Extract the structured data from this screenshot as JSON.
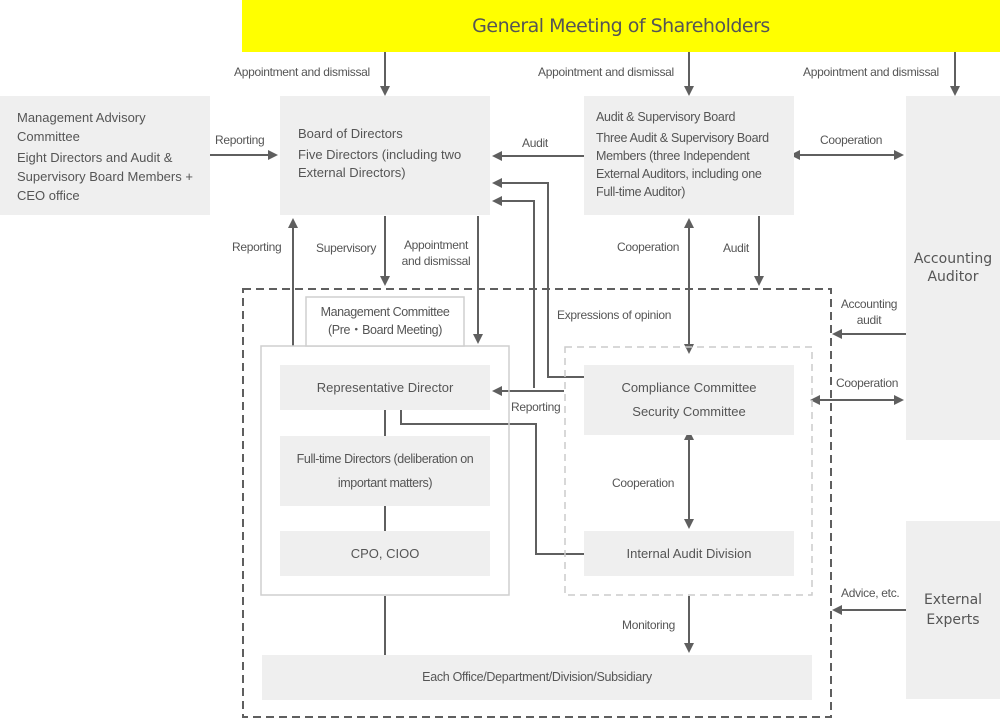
{
  "title": "General Meeting of Shareholders",
  "colors": {
    "header_bg": "#ffff00",
    "box_bg": "#efefef",
    "line": "#5f5f5f",
    "text": "#555555"
  },
  "boxes": {
    "management_advisory": {
      "name": "Management Advisory Committee",
      "desc": "Eight Directors and Audit & Supervisory Board Members + CEO office"
    },
    "board_of_directors": {
      "name": "Board of Directors",
      "desc": "Five Directors (including two External Directors)"
    },
    "audit_supervisory_board": {
      "name": "Audit & Supervisory Board",
      "desc": "Three Audit & Supervisory Board Members (three Independent External Auditors, including one Full-time Auditor)"
    },
    "accounting_auditor": "Accounting Auditor",
    "external_experts": "External Experts",
    "management_committee": "Management Committee (Pre・Board Meeting)",
    "representative_director": "Representative Director",
    "fulltime_directors": "Full-time Directors (deliberation on important matters)",
    "cpo_cioo": "CPO, CIOO",
    "compliance_committee": "Compliance Committee",
    "security_committee": "Security Committee",
    "internal_audit": "Internal Audit Division",
    "each_office": "Each Office/Department/Division/Subsidiary"
  },
  "labels": {
    "appt1": "Appointment and dismissal",
    "appt2": "Appointment and dismissal",
    "appt3": "Appointment and dismissal",
    "reporting_mac": "Reporting",
    "audit_left": "Audit",
    "cooperation_top": "Cooperation",
    "reporting_up": "Reporting",
    "supervisory": "Supervisory",
    "appt_bod": "Appointment and dismissal",
    "cooperation_asb": "Cooperation",
    "audit_down": "Audit",
    "expressions": "Expressions of opinion",
    "reporting_rep": "Reporting",
    "accounting_audit": "Accounting audit",
    "cooperation_right": "Cooperation",
    "cooperation_inner": "Cooperation",
    "advice": "Advice, etc.",
    "monitoring": "Monitoring"
  }
}
